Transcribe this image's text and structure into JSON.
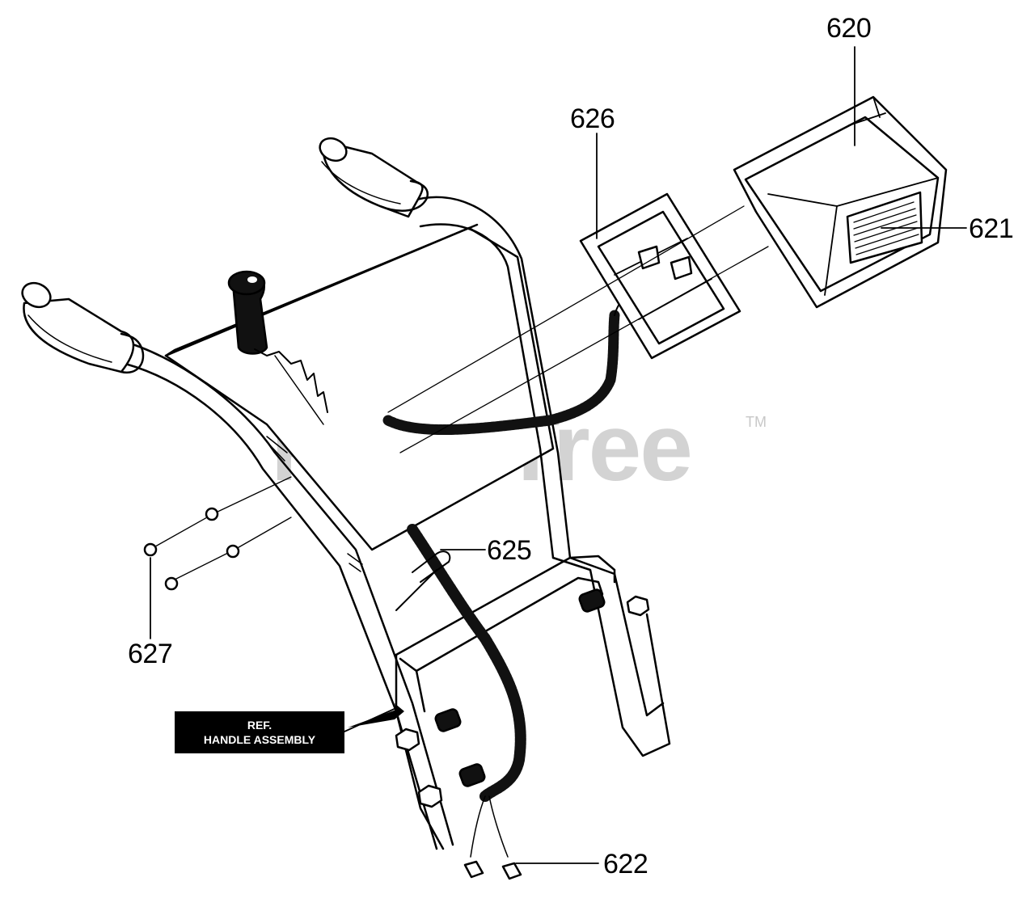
{
  "watermark": {
    "brand": "PartsTree",
    "trademark": "TM"
  },
  "callouts": {
    "p620": "620",
    "p621": "621",
    "p622": "622",
    "p625": "625",
    "p626": "626",
    "p627": "627"
  },
  "ref_label": {
    "line1": "REF.",
    "line2": "HANDLE ASSEMBLY"
  }
}
